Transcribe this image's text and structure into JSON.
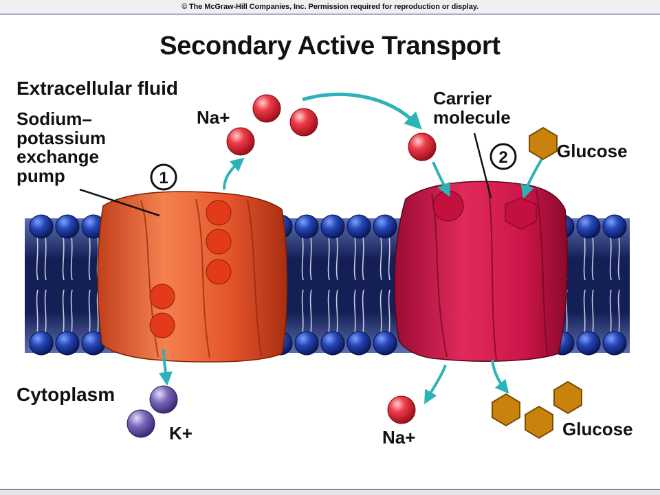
{
  "header": {
    "copyright": "© The McGraw-Hill Companies, Inc. Permission required for reproduction or display."
  },
  "title": "Secondary Active Transport",
  "labels": {
    "extracellular": "Extracellular fluid",
    "pump": "Sodium–\npotassium\nexchange\npump",
    "na_top": "Na+",
    "carrier": "Carrier\nmolecule",
    "glucose_top": "Glucose",
    "cytoplasm": "Cytoplasm",
    "k_plus": "K+",
    "na_bottom": "Na+",
    "glucose_bottom": "Glucose",
    "step1": "1",
    "step2": "2"
  },
  "colors": {
    "membrane_head": "#1f3fa8",
    "membrane_core": "#0d1a4d",
    "pump_protein": "#e8653a",
    "carrier_protein": "#d81b52",
    "sodium_ion": "#e8293a",
    "potassium_ion": "#6b5aa6",
    "glucose": "#c9820c",
    "arrow": "#2bb3b8"
  }
}
